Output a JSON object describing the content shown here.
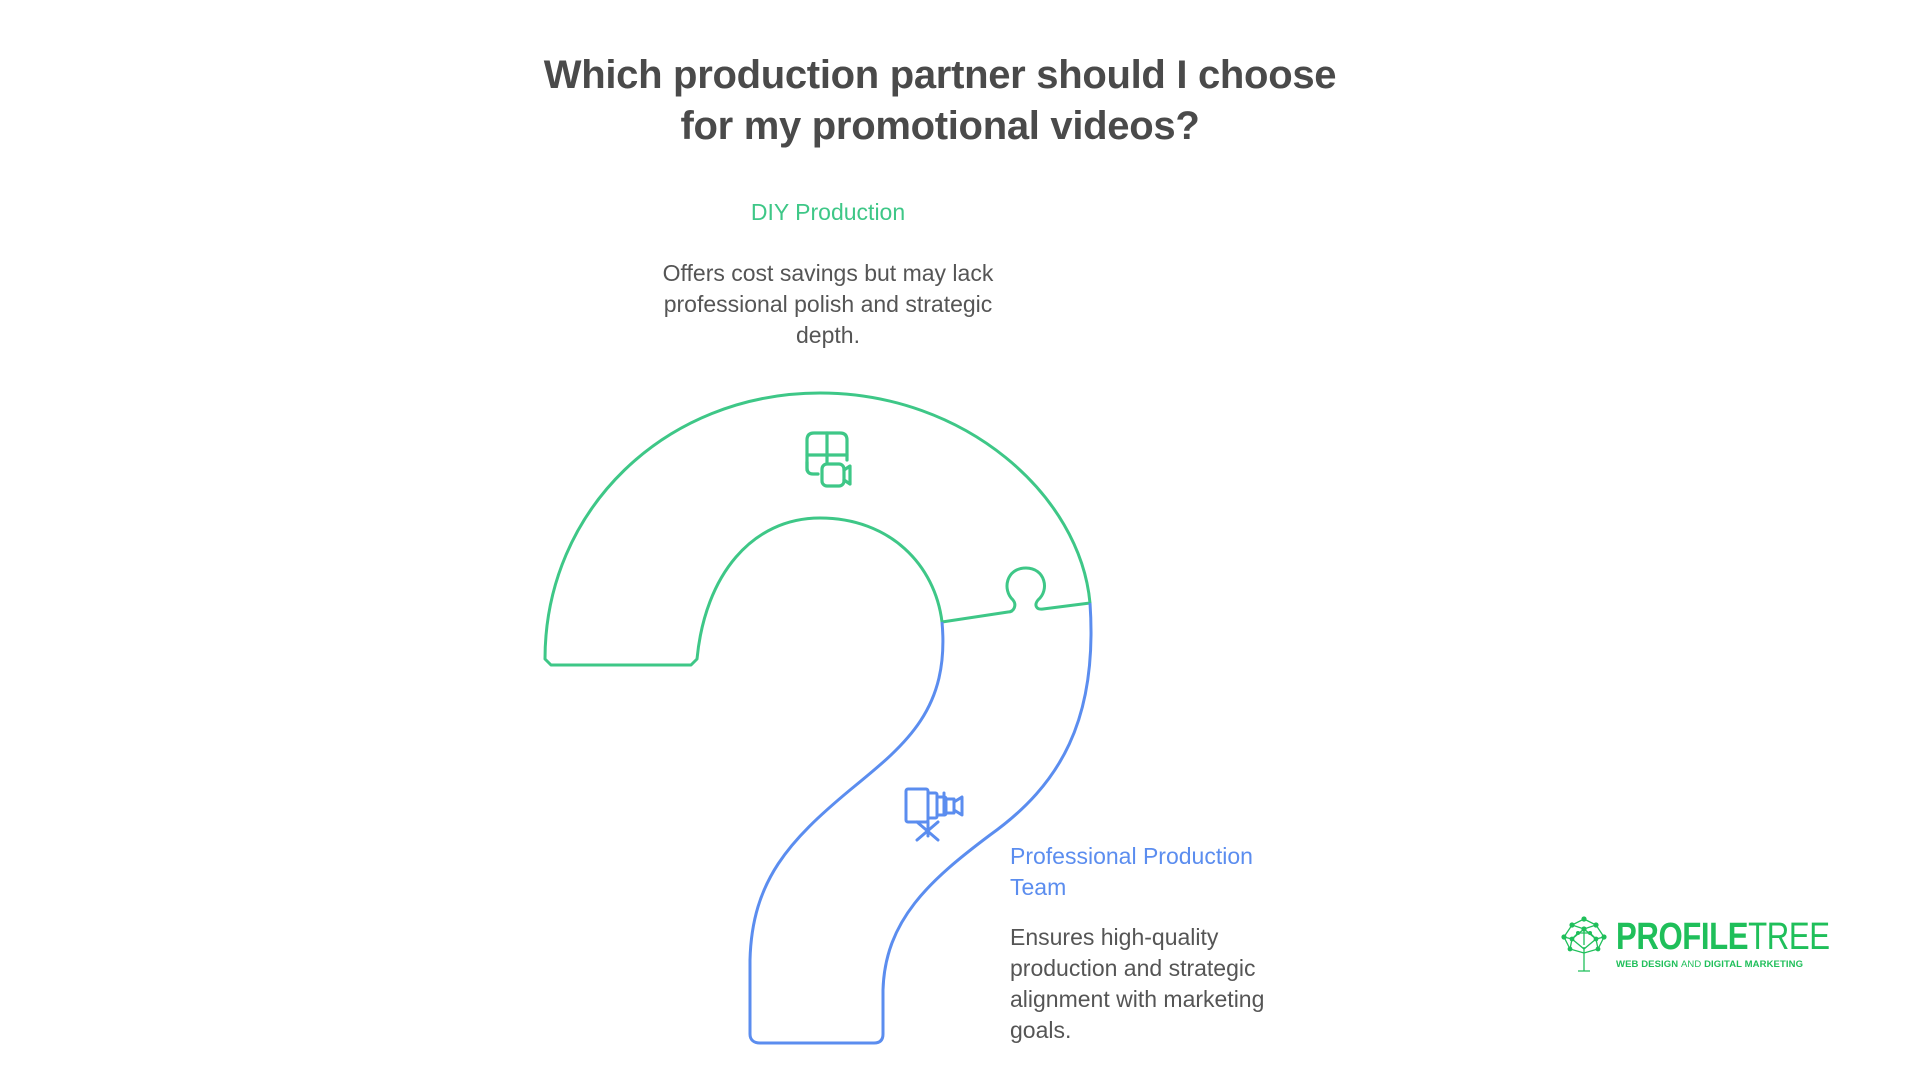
{
  "title": {
    "line1": "Which production partner should I choose",
    "line2": "for my promotional videos?"
  },
  "options": [
    {
      "id": "diy",
      "title": "DIY Production",
      "description_lines": [
        "Offers cost savings but may lack",
        "professional polish and strategic",
        "depth."
      ],
      "icon": "video-editing-grid-icon",
      "color": "#3ec787"
    },
    {
      "id": "professional",
      "title_lines": [
        "Professional Production",
        "Team"
      ],
      "description_lines": [
        "Ensures high-quality",
        "production and strategic",
        "alignment with marketing",
        "goals."
      ],
      "icon": "movie-camera-tripod-icon",
      "color": "#5b8def"
    }
  ],
  "logo": {
    "word_bold": "PROFILE",
    "word_thin": "TREE",
    "tag_bold1": "WEB DESIGN ",
    "tag_thin": "AND ",
    "tag_bold2": "DIGITAL MARKETING",
    "color": "#1fbf5a",
    "icon": "network-tree-icon"
  }
}
